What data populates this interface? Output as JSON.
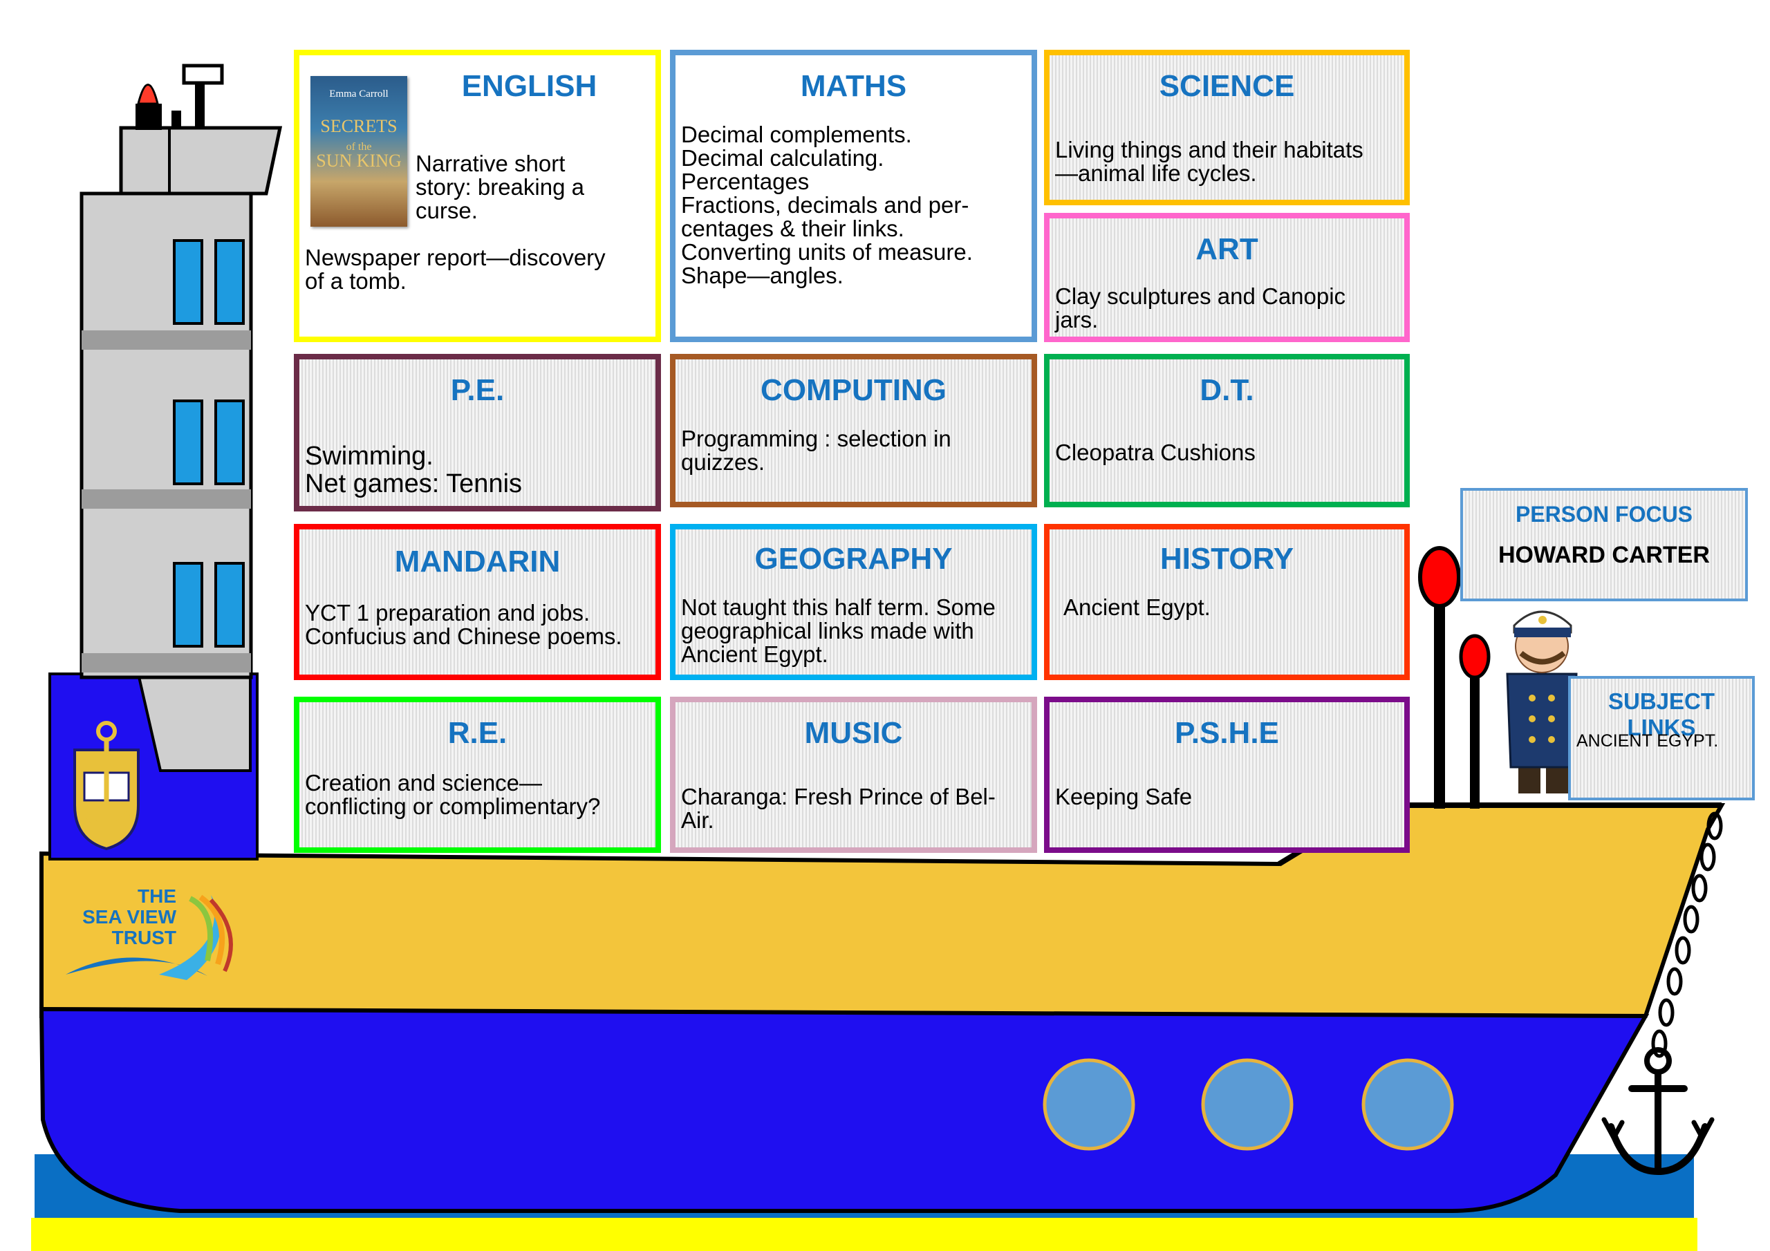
{
  "subjects": {
    "english": {
      "title": "ENGLISH",
      "text1": "Narrative short story: breaking a curse.",
      "text2": "Newspaper report—discovery of a tomb."
    },
    "book": {
      "author": "Emma Carroll",
      "title1": "SECRETS",
      "title2": "of the",
      "title3": "SUN KING"
    },
    "maths": {
      "title": "MATHS",
      "lines": [
        "Decimal complements.",
        "Decimal calculating.",
        "Percentages",
        "Fractions, decimals and per-",
        "centages & their links.",
        "Converting units of measure.",
        "Shape—angles."
      ]
    },
    "science": {
      "title": "SCIENCE",
      "text": "Living things and their habitats—animal life cycles."
    },
    "art": {
      "title": "ART",
      "text": "Clay sculptures and Canopic jars."
    },
    "pe": {
      "title": "P.E.",
      "text1": "Swimming.",
      "text2": "Net games: Tennis"
    },
    "computing": {
      "title": "COMPUTING",
      "text": "Programming : selection in quizzes."
    },
    "dt": {
      "title": "D.T.",
      "text": "Cleopatra Cushions"
    },
    "mandarin": {
      "title": "MANDARIN",
      "text1": "YCT 1 preparation and jobs.",
      "text2": "Confucius and Chinese poems."
    },
    "geography": {
      "title": "GEOGRAPHY",
      "text": "Not taught this half term. Some geographical links made with Ancient Egypt."
    },
    "history": {
      "title": "HISTORY",
      "text": "Ancient Egypt."
    },
    "re": {
      "title": "R.E.",
      "text": "Creation and science—conflicting or complimentary?"
    },
    "music": {
      "title": "MUSIC",
      "text": "Charanga: Fresh Prince of Bel-Air."
    },
    "pshe": {
      "title": "P.S.H.E",
      "text": "Keeping Safe"
    }
  },
  "person_focus": {
    "label": "PERSON FOCUS",
    "name": "HOWARD CARTER"
  },
  "subject_links": {
    "label": "SUBJECT LINKS",
    "text": "ANCIENT EGYPT."
  },
  "logo": {
    "line1": "THE",
    "line2": "SEA VIEW",
    "line3": "TRUST"
  },
  "colors": {
    "hull_yellow": "#f3c53b",
    "hull_blue": "#1f0ff0",
    "sea_blue": "#0a6fc4",
    "quay_yellow": "#ffff00",
    "english": "#ffff00",
    "maths": "#5b9bd5",
    "science": "#ffc000",
    "art": "#ff66cc",
    "pe": "#6b2c48",
    "computing": "#a65a24",
    "dt": "#00b050",
    "mandarin": "#ff0000",
    "geography": "#00b0f0",
    "history": "#ff3300",
    "re": "#00ff00",
    "music": "#d5a6bd",
    "pshe": "#7b0c8a"
  },
  "icons": [
    "anchor-crest-icon",
    "anchor-icon",
    "captain-icon",
    "chain-icon"
  ]
}
